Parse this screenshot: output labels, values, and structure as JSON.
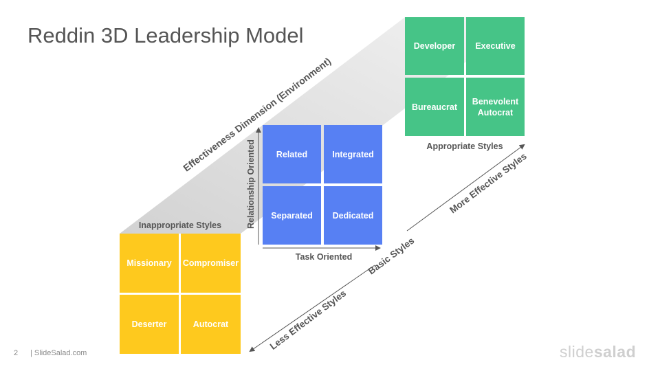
{
  "title": "Reddin 3D Leadership Model",
  "appropriate": {
    "label": "Appropriate Styles",
    "cells": [
      "Developer",
      "Executive",
      "Bureaucrat",
      "Benevolent\nAutocrat"
    ]
  },
  "basic": {
    "cells": [
      "Related",
      "Integrated",
      "Separated",
      "Dedicated"
    ],
    "x_axis": "Task Oriented",
    "y_axis": "Relationship  Oriented"
  },
  "inappropriate": {
    "label": "Inappropriate  Styles",
    "cells": [
      "Missionary",
      "Compromiser",
      "Deserter",
      "Autocrat"
    ]
  },
  "effectiveness_dimension": "Effectiveness Dimension (Environment)",
  "scale": {
    "more": "More Effective Styles",
    "basic": "Basic Styles",
    "less": "Less Effective Styles"
  },
  "footer": {
    "page": "2",
    "brand": "| SlideSalad.com",
    "logo_light": "slide",
    "logo_bold": "salad"
  },
  "colors": {
    "green": "#46c487",
    "blue": "#5780f3",
    "yellow": "#fec91e",
    "text": "#555555",
    "band": "#e7e7e7"
  }
}
